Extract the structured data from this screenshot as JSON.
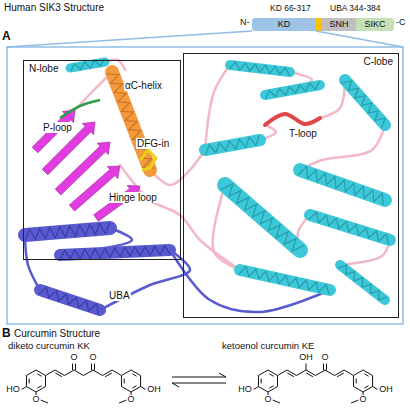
{
  "diagram": {
    "title": "Human SIK3 Structure",
    "nodes": [
      {
        "text": [
          "KD"
        ]
      },
      {
        "text": [
          "SNH"
        ]
      },
      {
        "text": [
          "SIKC"
        ]
      },
      {
        "text": [
          "N-lobe"
        ]
      },
      {
        "text": [
          "C-lobe"
        ]
      }
    ],
    "labels": [
      "A",
      "N-",
      "KD 66-317",
      "UBA 344-384",
      "-C",
      "P-loop",
      "αC-helix",
      "DFG-in",
      "Hinge loop",
      "T-loop",
      "UBA",
      "B",
      "Curcumin Structure",
      "diketo curcumin KK",
      "ketoenol curcumin KE",
      "O",
      "O",
      "HO",
      "O",
      "OH",
      "O",
      "OH",
      "O",
      "HO",
      "O",
      "OH",
      "O"
    ]
  }
}
